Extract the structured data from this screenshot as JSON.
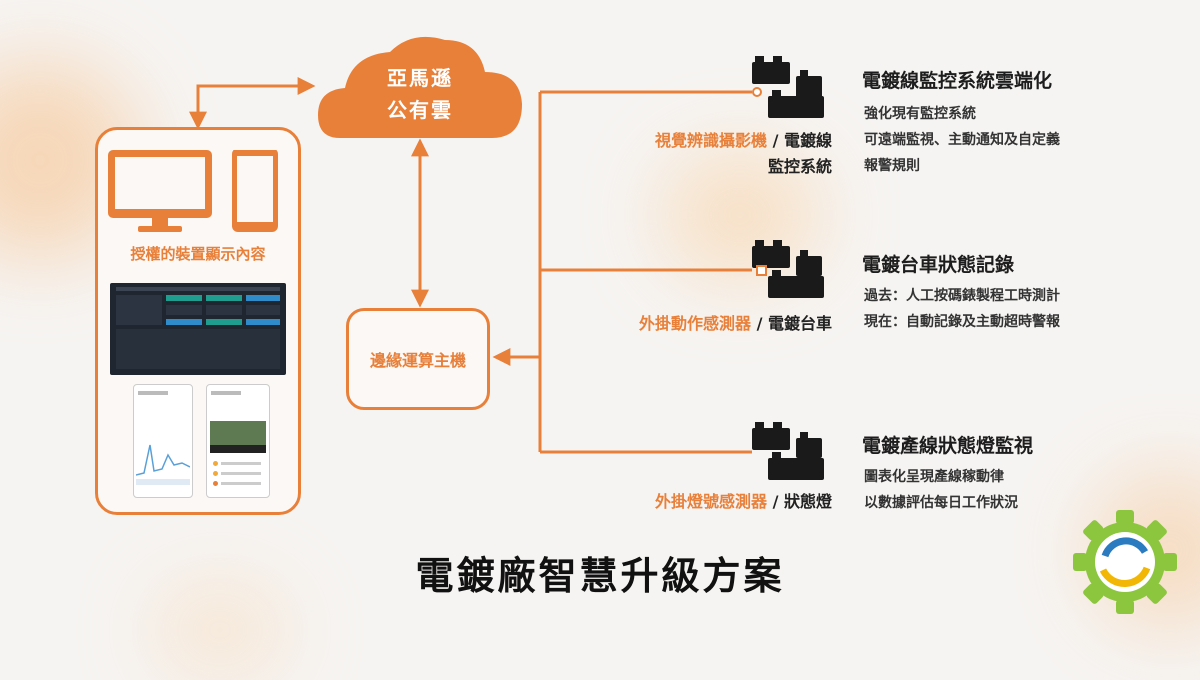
{
  "cloud": {
    "line1": "亞馬遜",
    "line2": "公有雲"
  },
  "devices": {
    "caption": "授權的裝置顯示內容"
  },
  "edge": {
    "label": "邊緣運算主機"
  },
  "sensors": [
    {
      "orange": "視覺辨識攝影機",
      "sep": " / ",
      "dark": "電鍍線",
      "dark2": "監控系統"
    },
    {
      "orange": "外掛動作感測器",
      "sep": " / ",
      "dark": "電鍍台車"
    },
    {
      "orange": "外掛燈號感測器",
      "sep": " / ",
      "dark": "狀態燈"
    }
  ],
  "features": [
    {
      "title": "電鍍線監控系統雲端化",
      "lines": [
        "強化現有監控系統",
        "可遠端監視、主動通知及自定義",
        "報警規則"
      ]
    },
    {
      "title": "電鍍台車狀態記錄",
      "lines": [
        "過去：人工按碼錶製程工時測計",
        "現在：自動記錄及主動超時警報"
      ]
    },
    {
      "title": "電鍍產線狀態燈監視",
      "lines": [
        "圖表化呈現產線稼動律",
        "以數據評估每日工作狀況"
      ]
    }
  ],
  "title": "電鍍廠智慧升級方案",
  "colors": {
    "accent": "#e8803a",
    "dark": "#1d1d1d"
  }
}
